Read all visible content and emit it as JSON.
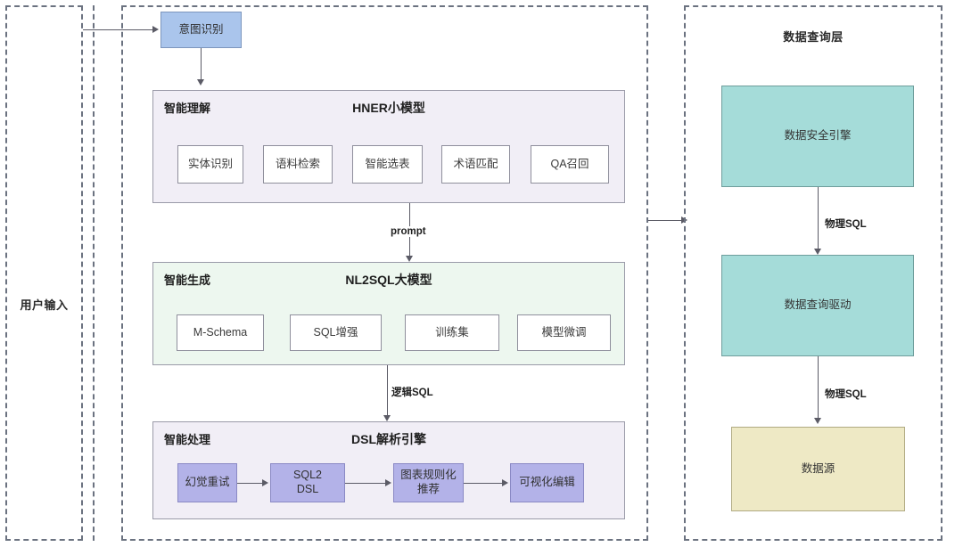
{
  "diagram": {
    "title_left_panel": "用户输入",
    "title_right_panel": "数据查询层"
  },
  "colors": {
    "blue_node": "#aac5ec",
    "purple_node": "#b3b2e8",
    "teal_node": "#a5dcd9",
    "beige_node": "#eee9c5",
    "lavender_group": "#f1eef6",
    "green_group": "#edf7ef",
    "stroke": "#5b5b66",
    "dashed_border": "#6b7280"
  },
  "left_panel": {
    "label": "用户输入"
  },
  "middle_panel": {
    "intent_node": "意图识别",
    "groups": [
      {
        "label": "智能理解",
        "heading": "HNER小模型",
        "nodes": [
          "实体识别",
          "语料检索",
          "智能选表",
          "术语匹配",
          "QA召回"
        ]
      },
      {
        "label": "智能生成",
        "heading": "NL2SQL大模型",
        "nodes": [
          "M-Schema",
          "SQL增强",
          "训练集",
          "模型微调"
        ]
      },
      {
        "label": "智能处理",
        "heading": "DSL解析引擎",
        "nodes": [
          "幻觉重试",
          "SQL2\nDSL",
          "图表规则化\n推荐",
          "可视化编辑"
        ]
      }
    ],
    "edge_labels": {
      "prompt": "prompt",
      "logic_sql": "逻辑SQL"
    }
  },
  "right_panel": {
    "title": "数据查询层",
    "nodes": [
      "数据安全引擎",
      "数据查询驱动",
      "数据源"
    ],
    "edge_labels": {
      "physical_sql_1": "物理SQL",
      "physical_sql_2": "物理SQL"
    }
  }
}
